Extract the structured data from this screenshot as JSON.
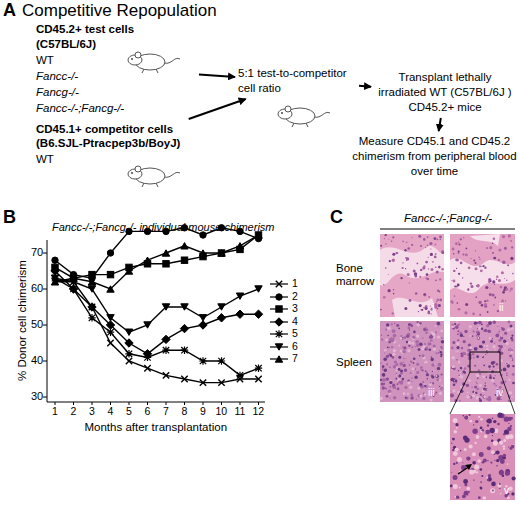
{
  "diagram": {
    "nodes": [
      {
        "text": [
          "CD45.2+ test cells (C57BL/6J)",
          "WT",
          "Fancc-/-",
          "Fancg-/-",
          "Fancc-/-;Fancg-/-"
        ]
      },
      {
        "text": [
          "CD45.1+ competitor cells (B6.SJL-Ptracpep3b/BoyJ)",
          "WT"
        ]
      },
      {
        "text": [
          "5:1 test-to-competitor cell ratio"
        ]
      },
      {
        "text": [
          "Transplant lethally irradiated WT (C57BL/6J ) CD45.2+ mice"
        ]
      },
      {
        "text": [
          "Measure CD45.1 and CD45.2 chimerism from peripheral blood over time"
        ]
      }
    ],
    "edges": [
      {
        "from": 0,
        "to": 2,
        "arrow": "to"
      },
      {
        "from": 1,
        "to": 2,
        "arrow": "to"
      },
      {
        "from": 2,
        "to": 3,
        "arrow": "to"
      },
      {
        "from": 3,
        "to": 4,
        "arrow": "to"
      }
    ],
    "labels": [
      "A",
      "Competitive Repopulation",
      "B",
      "Fancc-/-;Fancg-/- individual mouse chimerism",
      "% Donor cell chimerism",
      "70",
      "60",
      "50",
      "40",
      "30",
      "1",
      "2",
      "3",
      "4",
      "5",
      "6",
      "7",
      "8",
      "9",
      "10",
      "11",
      "12",
      "Months after transplantation",
      "C",
      "Fancc-/-;Fancg-/-",
      "Bone marrow",
      "Spleen",
      "i",
      "ii",
      "iii",
      "iv",
      "v"
    ],
    "legend": [
      {
        "text": "1"
      },
      {
        "text": "2"
      },
      {
        "text": "3"
      },
      {
        "text": "4"
      },
      {
        "text": "5"
      },
      {
        "text": "6"
      },
      {
        "text": "7"
      }
    ]
  }
}
